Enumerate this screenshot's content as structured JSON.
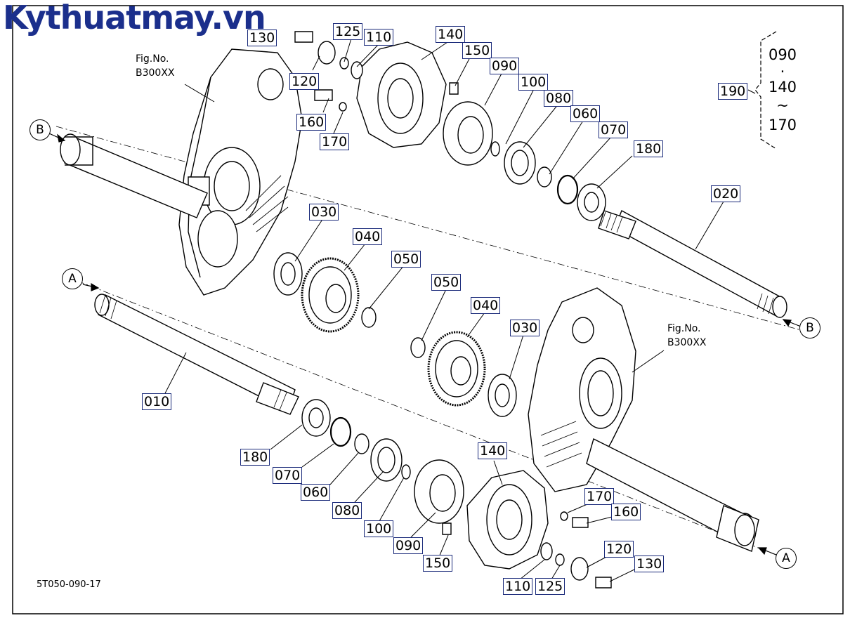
{
  "watermark": "Kythuatmay.vn",
  "diagram_code": "5T050-090-17",
  "fig_refs": [
    {
      "line1": "Fig.No.",
      "line2": "B300XX"
    },
    {
      "line1": "Fig.No.",
      "line2": "B300XX"
    }
  ],
  "shaft_refs": {
    "a": "A",
    "b": "B"
  },
  "group": {
    "label": "190",
    "top": "090",
    "dot": "·",
    "mid": "140",
    "tilde": "~",
    "bottom": "170"
  },
  "callouts_upper": [
    "130",
    "125",
    "110",
    "140",
    "150",
    "120",
    "090",
    "160",
    "170",
    "100",
    "080",
    "060",
    "070",
    "180",
    "020",
    "030",
    "040",
    "050"
  ],
  "callouts_lower": [
    "050",
    "040",
    "030",
    "010",
    "180",
    "070",
    "060",
    "080",
    "100",
    "090",
    "150",
    "140",
    "110",
    "125",
    "170",
    "160",
    "120",
    "130"
  ]
}
